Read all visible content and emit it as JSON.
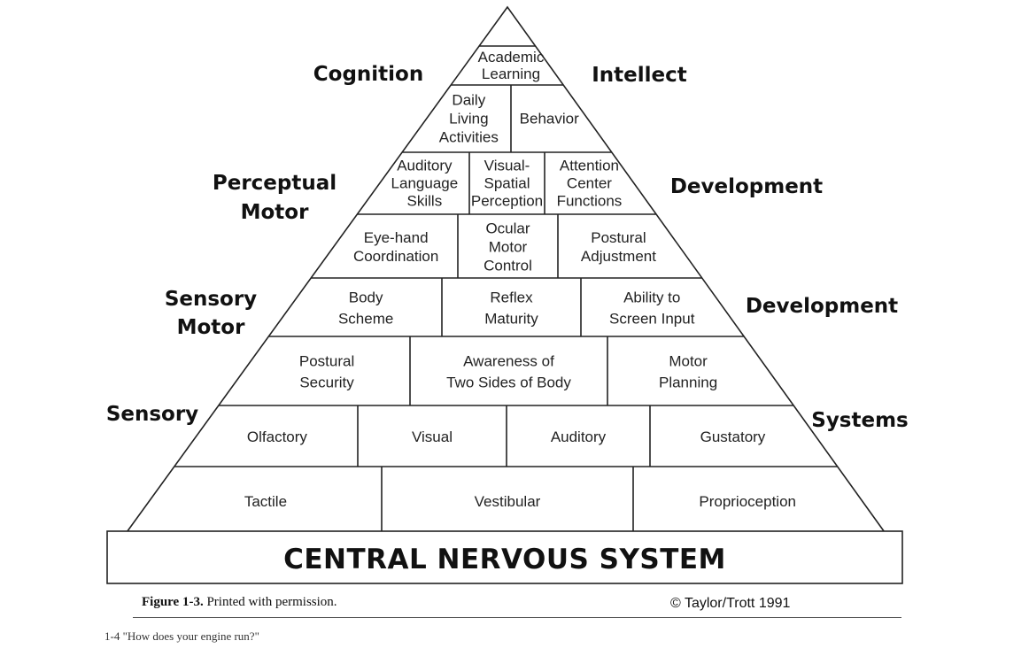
{
  "side_labels": {
    "cognition": "Cognition",
    "intellect": "Intellect",
    "perceptual_motor": [
      "Perceptual",
      "Motor"
    ],
    "development_upper": "Development",
    "sensory_motor": [
      "Sensory",
      "Motor"
    ],
    "development_lower": "Development",
    "sensory": "Sensory",
    "systems": "Systems"
  },
  "tiers": [
    {
      "cells": [
        {
          "lines": [
            "Academic",
            "Learning"
          ]
        }
      ]
    },
    {
      "cells": [
        {
          "lines": [
            "Daily",
            "Living",
            "Activities"
          ]
        },
        {
          "lines": [
            "Behavior"
          ]
        }
      ]
    },
    {
      "cells": [
        {
          "lines": [
            "Auditory",
            "Language",
            "Skills"
          ]
        },
        {
          "lines": [
            "Visual-",
            "Spatial",
            "Perception"
          ]
        },
        {
          "lines": [
            "Attention",
            "Center",
            "Functions"
          ]
        }
      ]
    },
    {
      "cells": [
        {
          "lines": [
            "Eye-hand",
            "Coordination"
          ]
        },
        {
          "lines": [
            "Ocular",
            "Motor",
            "Control"
          ]
        },
        {
          "lines": [
            "Postural",
            "Adjustment"
          ]
        }
      ]
    },
    {
      "cells": [
        {
          "lines": [
            "Body",
            "Scheme"
          ]
        },
        {
          "lines": [
            "Reflex",
            "Maturity"
          ]
        },
        {
          "lines": [
            "Ability to",
            "Screen Input"
          ]
        }
      ]
    },
    {
      "cells": [
        {
          "lines": [
            "Postural",
            "Security"
          ]
        },
        {
          "lines": [
            "Awareness of",
            "Two Sides of Body"
          ]
        },
        {
          "lines": [
            "Motor",
            "Planning"
          ]
        }
      ]
    },
    {
      "cells": [
        {
          "lines": [
            "Olfactory"
          ]
        },
        {
          "lines": [
            "Visual"
          ]
        },
        {
          "lines": [
            "Auditory"
          ]
        },
        {
          "lines": [
            "Gustatory"
          ]
        }
      ]
    },
    {
      "cells": [
        {
          "lines": [
            "Tactile"
          ]
        },
        {
          "lines": [
            "Vestibular"
          ]
        },
        {
          "lines": [
            "Proprioception"
          ]
        }
      ]
    }
  ],
  "base_label": "CENTRAL NERVOUS SYSTEM",
  "caption": {
    "figure_label": "Figure 1-3.",
    "figure_text": "Printed with permission.",
    "copyright": "© Taylor/Trott 1991"
  },
  "page_footer": "1-4  \"How does your engine run?\""
}
